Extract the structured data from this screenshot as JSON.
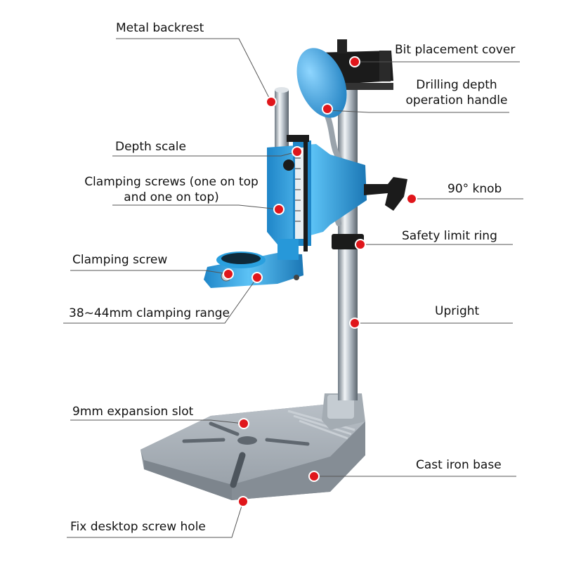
{
  "labels": {
    "metal_backrest": "Metal backrest",
    "bit_placement_cover": "Bit placement cover",
    "drilling_depth_handle_line1": "Drilling depth",
    "drilling_depth_handle_line2": "operation handle",
    "depth_scale": "Depth scale",
    "clamping_screws_line1": "Clamping screws (one on top",
    "clamping_screws_line2": "and one on top)",
    "knob_90": "90° knob",
    "safety_limit_ring": "Safety limit ring",
    "clamping_screw": "Clamping screw",
    "clamping_range": "38~44mm clamping range",
    "upright": "Upright",
    "expansion_slot": "9mm expansion slot",
    "cast_iron_base": "Cast iron base",
    "fix_desktop_screw_hole": "Fix desktop screw hole"
  },
  "colors": {
    "body_blue": "#3aa9e6",
    "marker_red": "#e0161b",
    "base_gray": "#a9b0b8",
    "leader_line": "#555555"
  }
}
